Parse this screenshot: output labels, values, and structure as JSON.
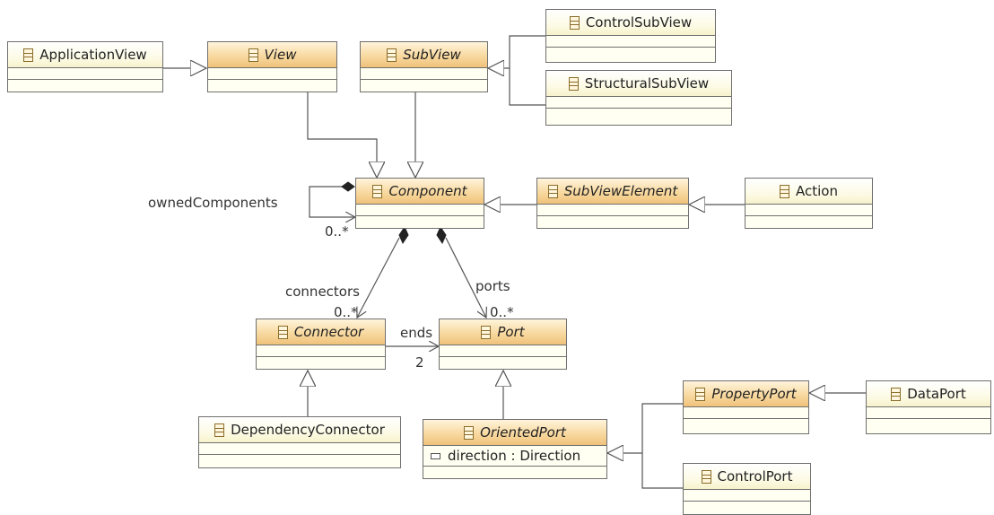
{
  "classes": {
    "application_view": "ApplicationView",
    "view": "View",
    "sub_view": "SubView",
    "control_sub_view": "ControlSubView",
    "structural_sub_view": "StructuralSubView",
    "component": "Component",
    "sub_view_element": "SubViewElement",
    "action": "Action",
    "connector": "Connector",
    "port": "Port",
    "dependency_connector": "DependencyConnector",
    "oriented_port": "OrientedPort",
    "property_port": "PropertyPort",
    "data_port": "DataPort",
    "control_port": "ControlPort"
  },
  "attributes": {
    "oriented_port_direction": "direction : Direction"
  },
  "labels": {
    "owned_components": "ownedComponents",
    "owned_components_mult": "0..*",
    "connectors": "connectors",
    "connectors_mult": "0..*",
    "ports": "ports",
    "ports_mult": "0..*",
    "ends": "ends",
    "ends_mult": "2"
  },
  "colors": {
    "abstract_header": "#f0c27a",
    "concrete_header": "#f6f2cc",
    "border": "#6f6f6f",
    "line": "#555555"
  }
}
